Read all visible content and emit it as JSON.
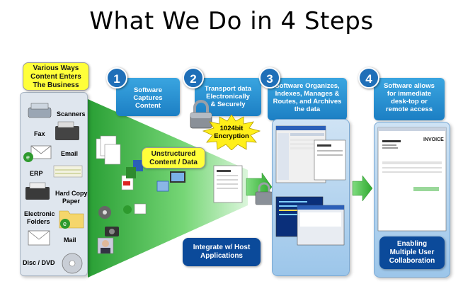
{
  "title": "What We Do in 4 Steps",
  "callout_entry": [
    "Various Ways",
    "Content Enters",
    "The Business"
  ],
  "callout_unstructured": [
    "Unstructured",
    "Content / Data"
  ],
  "sources": [
    {
      "label": "Scanners",
      "icon": "scanner-icon"
    },
    {
      "label": "Fax",
      "icon": "fax-icon"
    },
    {
      "label": "Email",
      "icon": "email-icon"
    },
    {
      "label": "ERP",
      "icon": "erp-icon"
    },
    {
      "label": "Hard Copy",
      "icon": "printer-icon"
    },
    {
      "label": "Paper",
      "icon": "paper-icon"
    },
    {
      "label": "Electronic",
      "icon": "folder-icon"
    },
    {
      "label": "Folders",
      "icon": "folder-icon"
    },
    {
      "label": "Mail",
      "icon": "mail-icon"
    },
    {
      "label": "Disc / DVD",
      "icon": "disc-icon"
    }
  ],
  "steps": [
    {
      "number": "1",
      "lines": [
        "Software",
        "Captures",
        "Content"
      ]
    },
    {
      "number": "2",
      "lines": [
        "Transport data",
        "Electronically",
        "& Securely"
      ]
    },
    {
      "number": "3",
      "lines": [
        "Software Organizes,",
        "Indexes, Manages &",
        "Routes, and Archives",
        "the data"
      ]
    },
    {
      "number": "4",
      "lines": [
        "Software allows",
        "for immediate",
        "desk-top or",
        "remote access"
      ]
    }
  ],
  "encryption": [
    "1024bit",
    "Encryption"
  ],
  "integrate": [
    "Integrate w/ Host",
    "Applications"
  ],
  "collaboration": [
    "Enabling",
    "Multiple User",
    "Collaboration"
  ],
  "invoice_heading": "INVOICE",
  "colors": {
    "step_blue": "#1f6fb8",
    "callout_yellow": "#ffff3a",
    "arrow_green": "#3bbf3b",
    "dark_blue": "#0b4a9a"
  }
}
